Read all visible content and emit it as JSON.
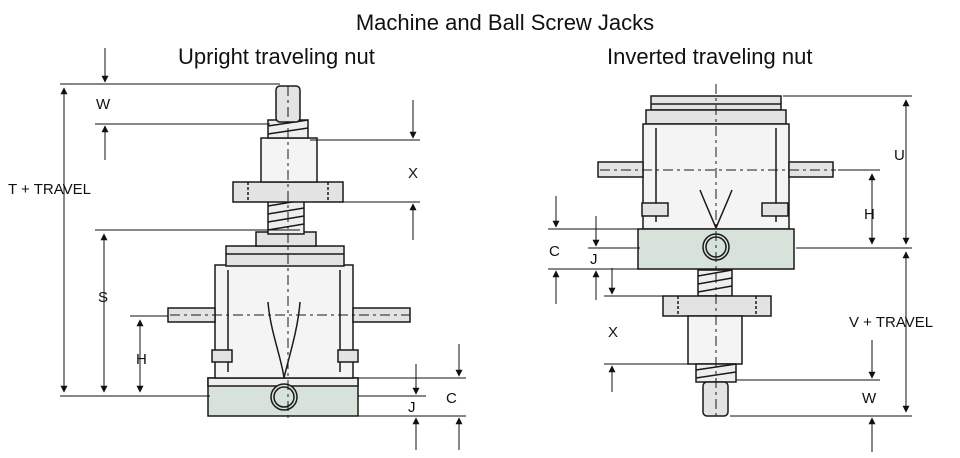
{
  "diagram": {
    "title": "Machine and Ball Screw Jacks",
    "left_view": {
      "caption": "Upright traveling nut",
      "labels": {
        "w": "W",
        "x": "X",
        "t_travel": "T + TRAVEL",
        "s": "S",
        "h": "H",
        "c": "C",
        "j": "J"
      }
    },
    "right_view": {
      "caption": "Inverted traveling nut",
      "labels": {
        "u": "U",
        "h": "H",
        "c": "C",
        "j": "J",
        "x": "X",
        "v_travel": "V + TRAVEL",
        "w": "W"
      }
    },
    "colors": {
      "base_fill": "#d7e2da",
      "body_fill": "#f4f4f4",
      "metal_fill": "#e3e3e3",
      "line": "#1a1a1a"
    }
  }
}
